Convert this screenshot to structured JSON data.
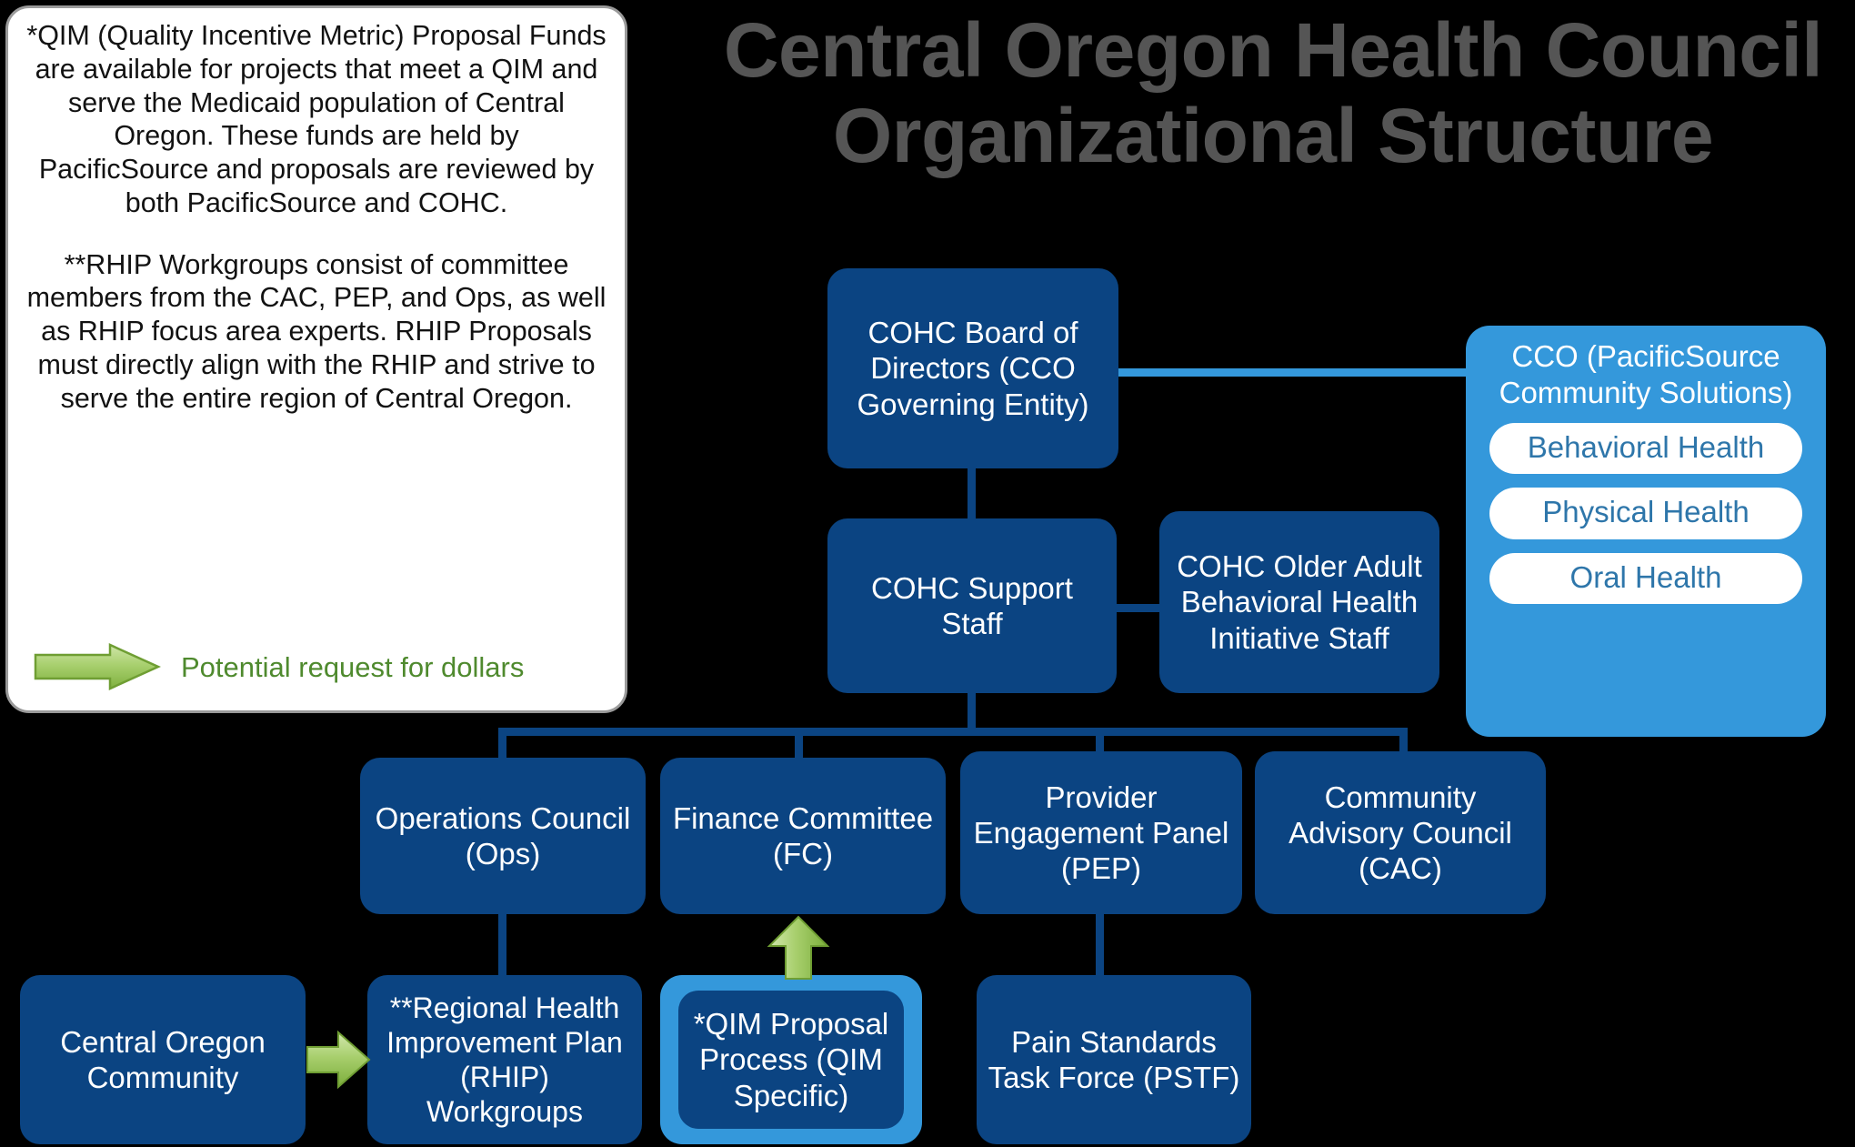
{
  "title": {
    "line1": "Central Oregon Health Council",
    "line2": "Organizational Structure"
  },
  "legend": {
    "note_qim": "*QIM (Quality Incentive Metric) Proposal Funds are available for projects that meet a QIM and serve the Medicaid population of Central Oregon. These funds are held by PacificSource and proposals are reviewed by both PacificSource and COHC.",
    "note_rhip": "**RHIP Workgroups consist of committee members from the CAC, PEP, and Ops, as well as RHIP focus area experts. RHIP Proposals must directly align with the RHIP and strive to serve the entire region of Central Oregon.",
    "arrow_label": "Potential request for dollars"
  },
  "nodes": {
    "board": "COHC Board of Directors (CCO Governing Entity)",
    "support_staff": "COHC Support Staff",
    "older_adult": "COHC Older Adult Behavioral Health Initiative Staff",
    "ops": "Operations Council (Ops)",
    "finance": "Finance Committee (FC)",
    "pep": "Provider Engagement Panel (PEP)",
    "cac": "Community Advisory Council (CAC)",
    "community": "Central Oregon Community",
    "rhip": "**Regional Health Improvement Plan (RHIP) Workgroups",
    "qim": "*QIM Proposal Process (QIM Specific)",
    "pstf": "Pain Standards Task Force (PSTF)"
  },
  "cco": {
    "title": "CCO (PacificSource Community Solutions)",
    "pills": [
      "Behavioral Health",
      "Physical Health",
      "Oral Health"
    ]
  },
  "colors": {
    "background": "#000000",
    "node_blue": "#0b4482",
    "accent_blue": "#3498db",
    "title_gray": "#555555",
    "arrow_green": "#8cc152",
    "legend_text_green": "#4f8a2e",
    "legend_bg": "#ffffff"
  }
}
